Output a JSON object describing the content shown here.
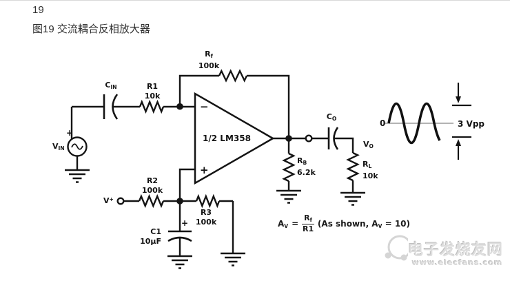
{
  "page": {
    "number": "19",
    "caption": "图19 交流耦合反相放大器"
  },
  "schematic": {
    "components": {
      "vin": {
        "name": "V",
        "sub": "IN",
        "polarity": "+"
      },
      "cin": {
        "name": "C",
        "sub": "IN"
      },
      "r1": {
        "name": "R1",
        "value": "10k"
      },
      "rf": {
        "name": "R",
        "sub": "f",
        "value": "100k"
      },
      "opamp": {
        "label": "1/2 LM358",
        "inverting_input": "−",
        "noninverting_input": "+"
      },
      "r2": {
        "name": "R2",
        "value": "100k"
      },
      "vplus": {
        "name": "V",
        "sup": "+"
      },
      "r3": {
        "name": "R3",
        "value": "100k"
      },
      "c1": {
        "name": "C1",
        "value": "10μF",
        "polarity": "+"
      },
      "rb": {
        "name": "R",
        "sub": "B",
        "value": "6.2k"
      },
      "co": {
        "name": "C",
        "sub": "O"
      },
      "vo": {
        "name": "V",
        "sub": "O"
      },
      "rl": {
        "name": "R",
        "sub": "L",
        "value": "10k"
      }
    },
    "waveform": {
      "zero_label": "0",
      "peak_to_peak": "3 Vpp"
    },
    "formula": {
      "lhs": "A",
      "lhs_sub": "V",
      "equals": "=",
      "numerator": "R",
      "numerator_sub": "f",
      "denominator": "R1",
      "note_pre": "(As shown, A",
      "note_sub": "V",
      "note_post": " = 10)"
    }
  },
  "watermark": {
    "site": "电子发烧友网",
    "url": "www.elecfans.com"
  }
}
